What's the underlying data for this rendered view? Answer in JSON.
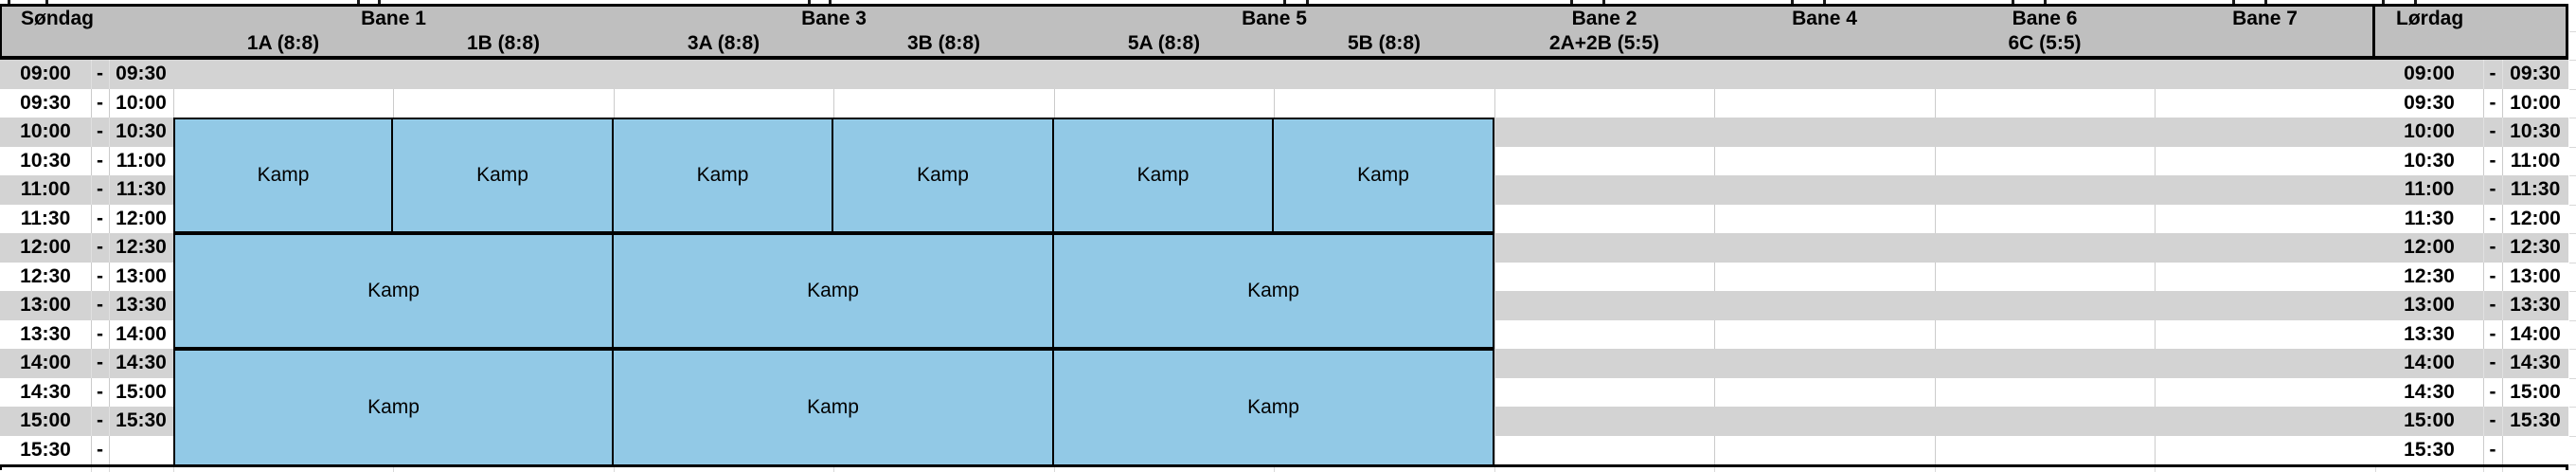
{
  "ui": {
    "dash": "-"
  },
  "header": {
    "day_left": "Søndag",
    "day_right": "Lørdag",
    "banes": [
      {
        "label": "Bane 1",
        "subs": [
          "1A (8:8)",
          "1B (8:8)"
        ]
      },
      {
        "label": "Bane 3",
        "subs": [
          "3A (8:8)",
          "3B (8:8)"
        ]
      },
      {
        "label": "Bane 5",
        "subs": [
          "5A (8:8)",
          "5B (8:8)"
        ]
      },
      {
        "label": "Bane 2",
        "subs": [
          "2A+2B (5:5)"
        ]
      },
      {
        "label": "Bane 4",
        "subs": [
          ""
        ]
      },
      {
        "label": "Bane 6",
        "subs": [
          "6C (5:5)"
        ]
      },
      {
        "label": "Bane 7",
        "subs": [
          ""
        ]
      }
    ]
  },
  "time_rows": [
    {
      "start": "09:00",
      "end": "09:30",
      "shaded": true
    },
    {
      "start": "09:30",
      "end": "10:00",
      "shaded": false
    },
    {
      "start": "10:00",
      "end": "10:30",
      "shaded": true
    },
    {
      "start": "10:30",
      "end": "11:00",
      "shaded": false
    },
    {
      "start": "11:00",
      "end": "11:30",
      "shaded": true
    },
    {
      "start": "11:30",
      "end": "12:00",
      "shaded": false
    },
    {
      "start": "12:00",
      "end": "12:30",
      "shaded": true
    },
    {
      "start": "12:30",
      "end": "13:00",
      "shaded": false
    },
    {
      "start": "13:00",
      "end": "13:30",
      "shaded": true
    },
    {
      "start": "13:30",
      "end": "14:00",
      "shaded": false
    },
    {
      "start": "14:00",
      "end": "14:30",
      "shaded": true
    },
    {
      "start": "14:30",
      "end": "15:00",
      "shaded": false
    },
    {
      "start": "15:00",
      "end": "15:30",
      "shaded": true
    },
    {
      "start": "15:30",
      "end": "",
      "shaded": false
    }
  ],
  "matches": {
    "label": "Kamp",
    "rounds": [
      {
        "time": "10:00-12:00",
        "pitches": [
          "1A",
          "1B",
          "3A",
          "3B",
          "5A",
          "5B"
        ]
      },
      {
        "time": "12:00-14:00",
        "pitches": [
          "1A+1B",
          "3A+3B",
          "5A+5B"
        ]
      },
      {
        "time": "14:00-15:30",
        "pitches": [
          "1A+1B",
          "3A+3B",
          "5A+5B"
        ]
      }
    ]
  },
  "colors": {
    "header_bg": "#bfbfbf",
    "shaded_row_bg": "#d3d3d3",
    "match_bg": "#92c9e6",
    "border": "#000000"
  }
}
